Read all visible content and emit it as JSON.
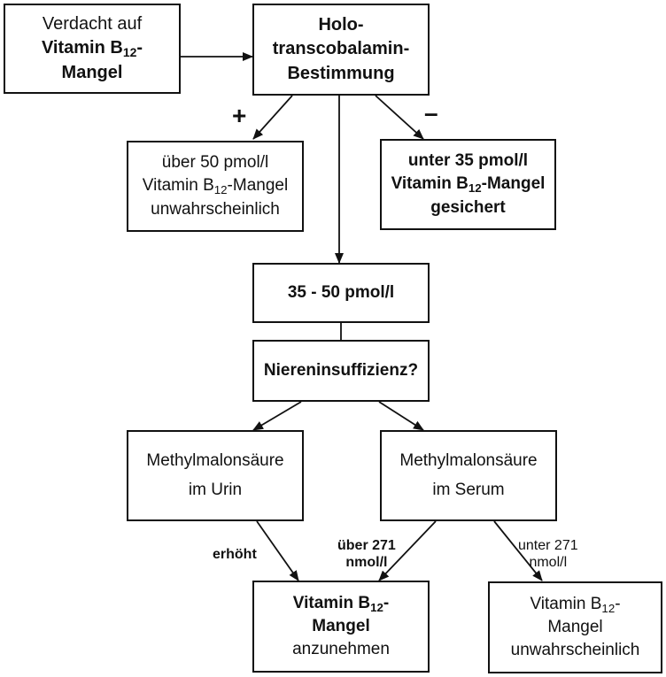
{
  "nodes": {
    "start": {
      "lines": [
        "Verdacht auf",
        "Vitamin B",
        "12",
        "-",
        "Mangel"
      ]
    },
    "holo": {
      "lines": [
        "Holo-",
        "transcobalamin-",
        "Bestimmung"
      ]
    },
    "over50": {
      "lines": [
        "über 50 pmol/l",
        "Vitamin B",
        "12",
        "-Mangel",
        "unwahrscheinlich"
      ]
    },
    "under35": {
      "lines": [
        "unter 35 pmol/l",
        "Vitamin B",
        "12",
        "-Mangel",
        "gesichert"
      ]
    },
    "range": {
      "text": "35 - 50 pmol/l"
    },
    "niere": {
      "text": "Niereninsuffizienz?"
    },
    "urin": {
      "lines": [
        "Methylmalonsäure",
        "im Urin"
      ]
    },
    "serum": {
      "lines": [
        "Methylmalonsäure",
        "im Serum"
      ]
    },
    "mangel": {
      "lines": [
        "Vitamin B",
        "12",
        "-",
        "Mangel",
        "anzunehmen"
      ]
    },
    "unwahr": {
      "lines": [
        "Vitamin B",
        "12",
        "-",
        "Mangel",
        "unwahrscheinlich"
      ]
    }
  },
  "edge_labels": {
    "plus": "+",
    "minus": "–",
    "erhoeht": "erhöht",
    "ueber271": [
      "über 271",
      "nmol/l"
    ],
    "unter271": [
      "unter 271",
      "nmol/l"
    ]
  }
}
